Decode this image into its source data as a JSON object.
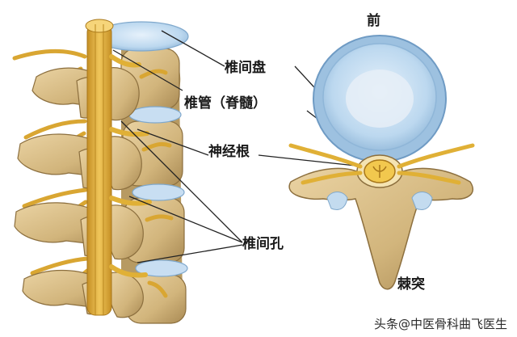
{
  "labels": {
    "front": "前",
    "disc": "椎间盘",
    "canal": "椎管（脊髓）",
    "nerve_root": "神经根",
    "foramen": "椎间孔",
    "spinous": "棘突"
  },
  "watermark": "头条@中医骨科曲飞医生",
  "colors": {
    "bone": "#d9c08f",
    "bone_shadow": "#a98a54",
    "disc": "#bfd9ef",
    "disc_edge": "#7fa8cc",
    "nerve": "#e2b23a",
    "line": "#222222"
  }
}
